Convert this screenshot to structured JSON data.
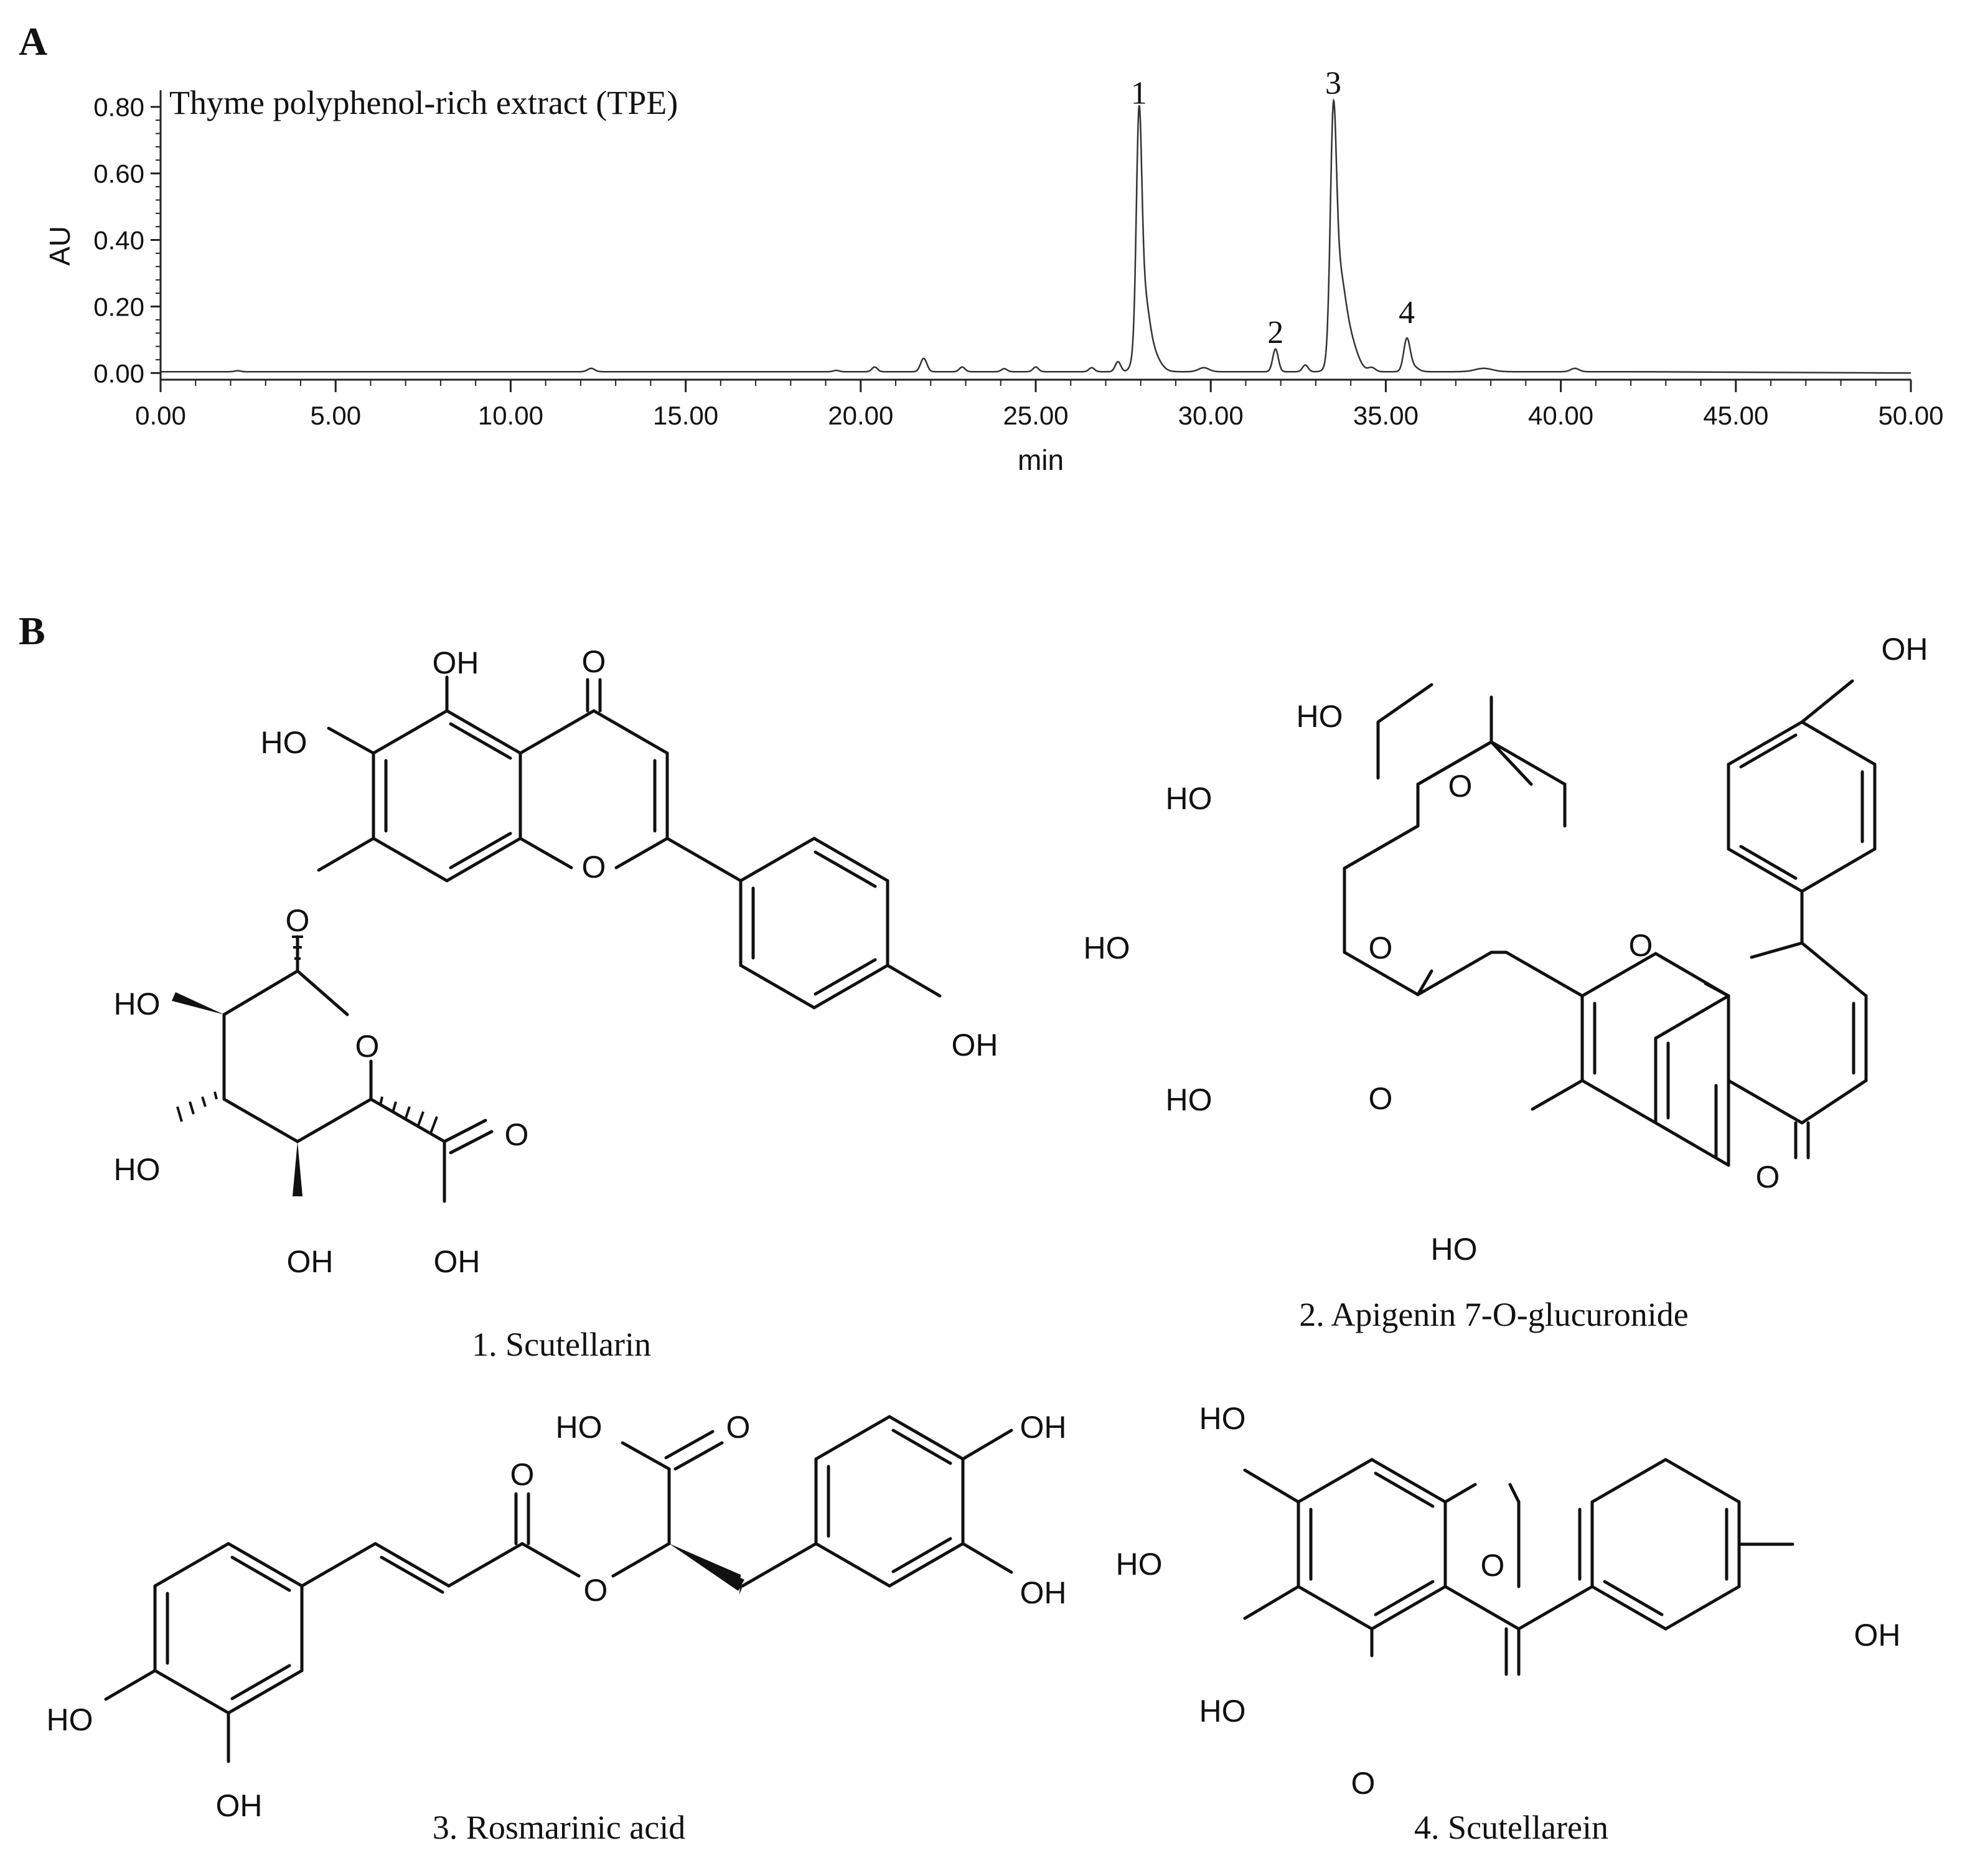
{
  "panels": {
    "a": "A",
    "b": "B"
  },
  "chart_data": {
    "type": "line",
    "title": "Thyme polyphenol-rich extract (TPE)",
    "xlabel": "min",
    "ylabel": "AU",
    "xlim": [
      0,
      50
    ],
    "ylim": [
      -0.02,
      0.85
    ],
    "x_ticks": [
      "0.00",
      "5.00",
      "10.00",
      "15.00",
      "20.00",
      "25.00",
      "30.00",
      "35.00",
      "40.00",
      "45.00",
      "50.00"
    ],
    "y_ticks": [
      "0.00",
      "0.20",
      "0.40",
      "0.60",
      "0.80"
    ],
    "x_tick_values": [
      0,
      5,
      10,
      15,
      20,
      25,
      30,
      35,
      40,
      45,
      50
    ],
    "y_tick_values": [
      0,
      0.2,
      0.4,
      0.6,
      0.8
    ],
    "grid": false,
    "baseline": 0.004,
    "peaks": [
      {
        "x": 2.2,
        "h": 0.003,
        "w": 0.08
      },
      {
        "x": 12.3,
        "h": 0.01,
        "w": 0.1
      },
      {
        "x": 19.3,
        "h": 0.004,
        "w": 0.08
      },
      {
        "x": 20.4,
        "h": 0.014,
        "w": 0.08
      },
      {
        "x": 21.8,
        "h": 0.04,
        "w": 0.09
      },
      {
        "x": 22.9,
        "h": 0.014,
        "w": 0.08
      },
      {
        "x": 24.1,
        "h": 0.009,
        "w": 0.08
      },
      {
        "x": 25.0,
        "h": 0.014,
        "w": 0.08
      },
      {
        "x": 26.6,
        "h": 0.012,
        "w": 0.08
      },
      {
        "x": 27.35,
        "h": 0.03,
        "w": 0.08
      },
      {
        "x": 27.95,
        "h": 0.6,
        "w": 0.075
      },
      {
        "x": 28.05,
        "h": 0.22,
        "w": 0.16
      },
      {
        "x": 28.3,
        "h": 0.06,
        "w": 0.22
      },
      {
        "x": 29.8,
        "h": 0.012,
        "w": 0.15
      },
      {
        "x": 31.85,
        "h": 0.068,
        "w": 0.08
      },
      {
        "x": 32.7,
        "h": 0.02,
        "w": 0.08
      },
      {
        "x": 33.5,
        "h": 0.62,
        "w": 0.085
      },
      {
        "x": 33.65,
        "h": 0.26,
        "w": 0.17
      },
      {
        "x": 33.95,
        "h": 0.1,
        "w": 0.22
      },
      {
        "x": 34.6,
        "h": 0.012,
        "w": 0.1
      },
      {
        "x": 35.6,
        "h": 0.09,
        "w": 0.09
      },
      {
        "x": 35.75,
        "h": 0.018,
        "w": 0.15
      },
      {
        "x": 37.8,
        "h": 0.01,
        "w": 0.25
      },
      {
        "x": 40.4,
        "h": 0.01,
        "w": 0.12
      }
    ],
    "annotations": [
      {
        "label": "1",
        "x": 27.95,
        "y": 0.81
      },
      {
        "label": "2",
        "x": 31.85,
        "y": 0.09
      },
      {
        "label": "3",
        "x": 33.5,
        "y": 0.84
      },
      {
        "label": "4",
        "x": 35.6,
        "y": 0.15
      }
    ]
  },
  "compounds": {
    "c1": {
      "name": "1. Scutellarin",
      "atoms": {
        "oh5": "OH",
        "ho6": "HO",
        "o4": "O",
        "o7": "O",
        "o1": "O",
        "ho2": "HO",
        "o5r": "O",
        "ho3": "HO",
        "oh4": "OH",
        "ho_acid": "OH",
        "o_acid": "O",
        "oh4p": "OH"
      }
    },
    "c2": {
      "name": "2. Apigenin 7-O-glucuronide",
      "atoms": {
        "oh4p": "OH",
        "ho_acid": "HO",
        "o_acid": "O",
        "ho4": "HO",
        "ho3": "HO",
        "o5r": "O",
        "ho2": "HO",
        "o1g": "O",
        "o1": "O",
        "o4": "O",
        "ho6": "HO"
      }
    },
    "c3": {
      "name": "3. Rosmarinic acid",
      "atoms": {
        "ho_acid": "HO",
        "o_acid": "O",
        "o_ester": "O",
        "o_link": "O",
        "oh3r": "OH",
        "oh4r": "OH",
        "ho4l": "HO",
        "oh3l": "OH"
      }
    },
    "c4": {
      "name": "4. Scutellarein",
      "atoms": {
        "ho7": "HO",
        "ho6": "HO",
        "ho5": "HO",
        "o1": "O",
        "o4": "O",
        "oh4p": "OH"
      }
    }
  }
}
